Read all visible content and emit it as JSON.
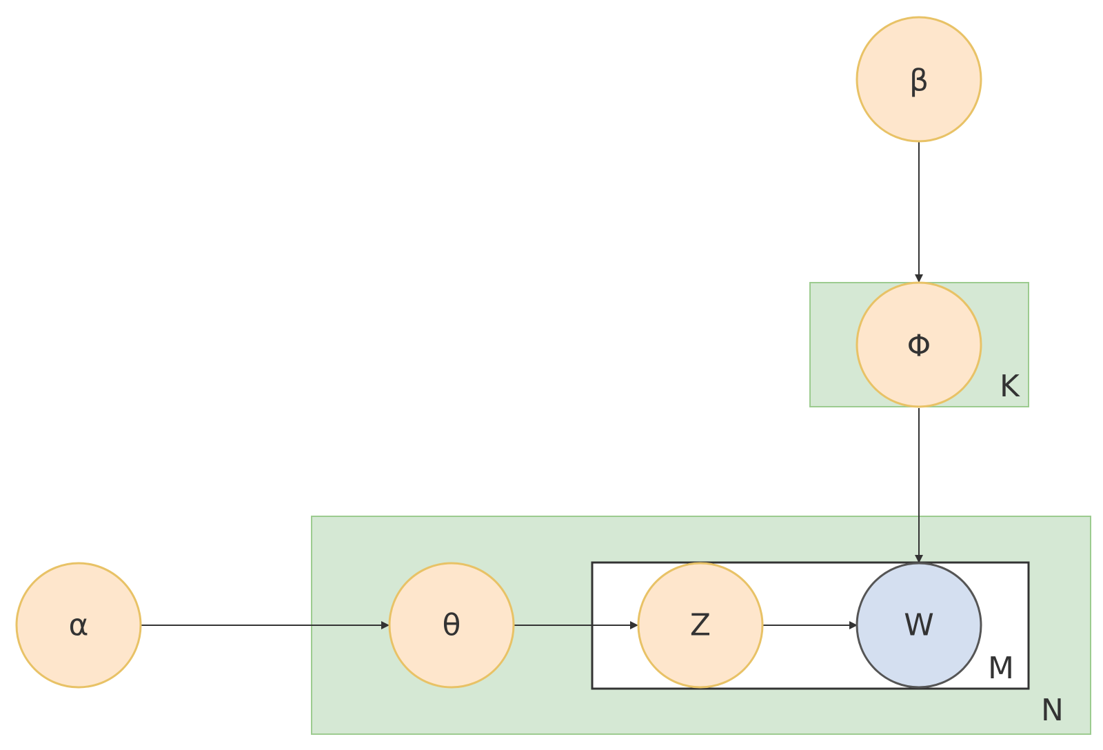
{
  "diagram": {
    "nodes": {
      "beta": {
        "label": "β",
        "kind": "latent"
      },
      "phi": {
        "label": "Φ",
        "kind": "latent"
      },
      "alpha": {
        "label": "α",
        "kind": "latent"
      },
      "theta": {
        "label": "θ",
        "kind": "latent"
      },
      "z": {
        "label": "Z",
        "kind": "latent"
      },
      "w": {
        "label": "W",
        "kind": "observed"
      }
    },
    "plates": {
      "k": {
        "label": "K"
      },
      "n": {
        "label": "N"
      },
      "m": {
        "label": "M"
      }
    },
    "edges": [
      {
        "from": "beta",
        "to": "phi"
      },
      {
        "from": "phi",
        "to": "w"
      },
      {
        "from": "alpha",
        "to": "theta"
      },
      {
        "from": "theta",
        "to": "z"
      },
      {
        "from": "z",
        "to": "w"
      }
    ]
  },
  "colors": {
    "latent_fill": "#fee6cc",
    "latent_stroke": "#e8c266",
    "observed_fill": "#d4dff0",
    "observed_stroke": "#555555",
    "plate_fill": "#d5e8d4",
    "plate_stroke": "#9ccb8f",
    "inner_plate_fill": "#ffffff",
    "inner_plate_stroke": "#333333",
    "edge": "#333333"
  }
}
